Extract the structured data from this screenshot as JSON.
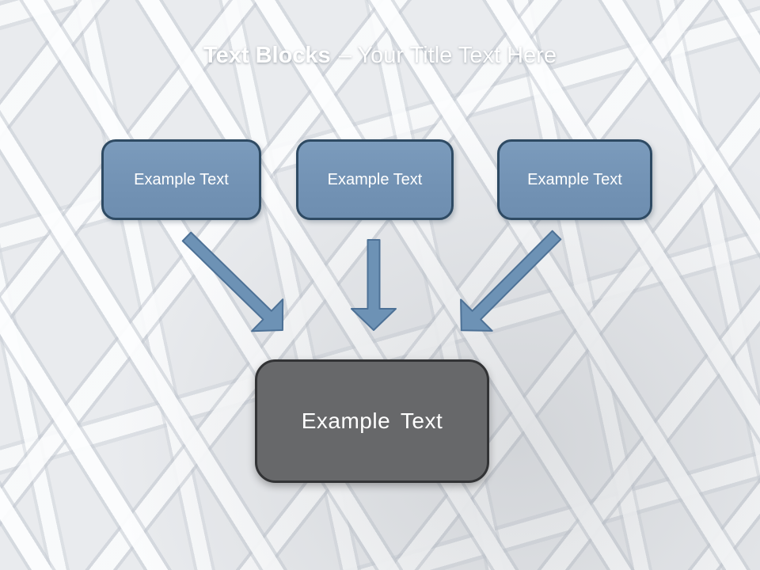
{
  "title": {
    "bold": "Text Blocks",
    "regular": "– Your Title Text Here"
  },
  "top_boxes": [
    {
      "label": "Example Text"
    },
    {
      "label": "Example Text"
    },
    {
      "label": "Example Text"
    }
  ],
  "center_box": {
    "label": "Example Text"
  },
  "arrows": [
    {
      "icon": "arrow-down-right-icon"
    },
    {
      "icon": "arrow-down-icon"
    },
    {
      "icon": "arrow-down-left-icon"
    }
  ],
  "colors": {
    "header_blue": "#3f5a75",
    "box_fill": "#7494b6",
    "box_border": "#2e4a63",
    "arrow_fill": "#6d92b5",
    "arrow_stroke": "#4d7196",
    "center_fill": "#67686a",
    "center_border": "#323335",
    "title_color": "#ffffff"
  }
}
